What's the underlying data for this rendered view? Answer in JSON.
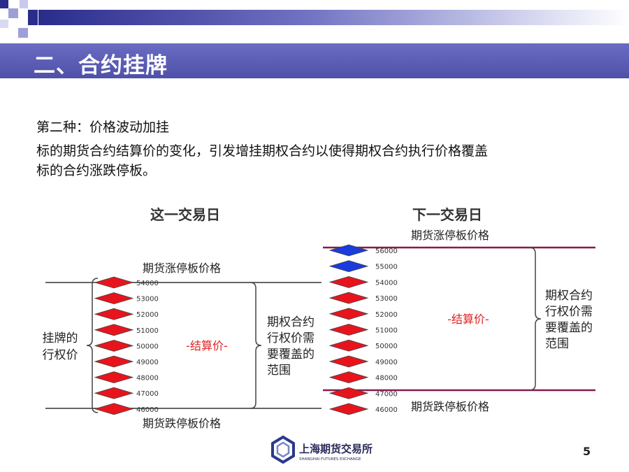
{
  "slide": {
    "title": "二、合约挂牌",
    "subtitle": "第二种：价格波动加挂",
    "description_line1": "标的期货合约结算价的变化，引发增挂期权合约以使得期权合约执行价格覆盖",
    "description_line2": "标的合约涨跌停板。",
    "page_number": "5"
  },
  "left_panel": {
    "heading": "这一交易日",
    "limit_up_label": "期货涨停板价格",
    "limit_down_label": "期货跌停板价格",
    "listed_label_line1": "挂牌的",
    "listed_label_line2": "行权价",
    "settlement_label": "-结算价-",
    "coverage_line1": "期权合约",
    "coverage_line2": "行权价需",
    "coverage_line3": "要覆盖的",
    "coverage_line4": "范围",
    "strikes": [
      "54000",
      "53000",
      "52000",
      "51000",
      "50000",
      "49000",
      "48000",
      "47000",
      "46000"
    ]
  },
  "right_panel": {
    "heading": "下一交易日",
    "limit_up_label": "期货涨停板价格",
    "limit_down_label": "期货跌停板价格",
    "settlement_label": "-结算价-",
    "coverage_line1": "期权合约",
    "coverage_line2": "行权价需",
    "coverage_line3": "要覆盖的",
    "coverage_line4": "范围",
    "strikes": [
      "56000",
      "55000",
      "54000",
      "53000",
      "52000",
      "51000",
      "50000",
      "49000",
      "48000",
      "47000",
      "46000"
    ],
    "new_strikes": [
      "56000",
      "55000"
    ]
  },
  "logo": {
    "text_cn": "上海期货交易所",
    "text_en": "SHANGHAI FUTURES EXCHANGE"
  },
  "colors": {
    "title_bar": "#5b5db6",
    "diamond_red": "#e8141c",
    "diamond_blue": "#1a3cdc",
    "limit_line": "#8a1a4a",
    "settlement_text": "#e02020"
  }
}
